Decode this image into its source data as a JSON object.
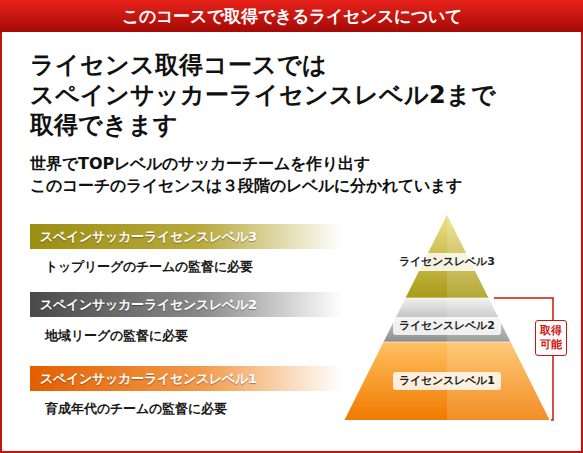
{
  "diagram": {
    "title": "このコースで取得できるライセンスについて",
    "nodes": [
      {
        "text": [
          "スペインサッカーライセンスレベル3",
          "トップリーグのチームの監督に必要"
        ]
      },
      {
        "text": [
          "スペインサッカーライセンスレベル2",
          "地域リーグの監督に必要"
        ]
      },
      {
        "text": [
          "スペインサッカーライセンスレベル1",
          "育成年代のチームの監督に必要"
        ]
      },
      {
        "text": [
          "ライセンスレベル3"
        ]
      },
      {
        "text": [
          "ライセンスレベル2"
        ]
      },
      {
        "text": [
          "ライセンスレベル1"
        ]
      },
      {
        "text": [
          "取得 可能"
        ]
      }
    ],
    "labels": [
      "ライセンス取得コースでは スペインサッカーライセンスレベル2まで 取得できます",
      "世界でTOPレベルのサッカーチームを作り出す このコーチのライセンスは３段階のレベルに分かれています"
    ]
  }
}
